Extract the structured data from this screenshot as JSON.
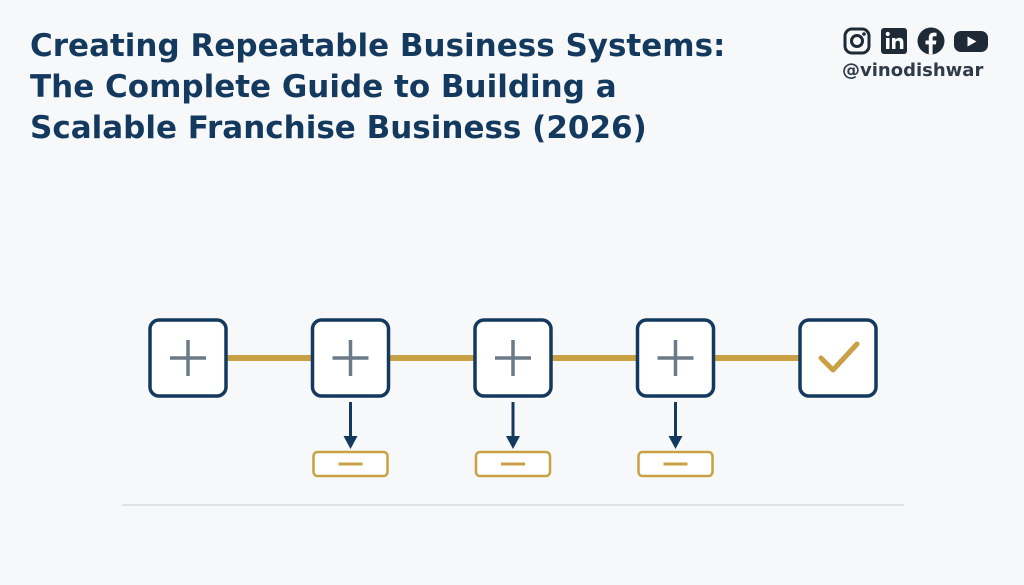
{
  "header": {
    "title_lines": [
      "Creating Repeatable Business Systems:",
      "The Complete Guide to Building a",
      "Scalable Franchise Business (2026)"
    ],
    "handle": "@vinodishwar",
    "social_icons": [
      "instagram-icon",
      "linkedin-icon",
      "facebook-icon",
      "youtube-icon"
    ]
  },
  "diagram": {
    "steps": [
      {
        "icon": "plus",
        "branch": false
      },
      {
        "icon": "plus",
        "branch": true,
        "branch_icon": "minus"
      },
      {
        "icon": "plus",
        "branch": true,
        "branch_icon": "minus"
      },
      {
        "icon": "plus",
        "branch": true,
        "branch_icon": "minus"
      },
      {
        "icon": "check",
        "branch": false
      }
    ]
  },
  "colors": {
    "navy": "#133a5e",
    "gold": "#c9a043",
    "icon_gray": "#6b7a89",
    "background": "#f7f8fa",
    "divider": "#d8dbe0"
  }
}
